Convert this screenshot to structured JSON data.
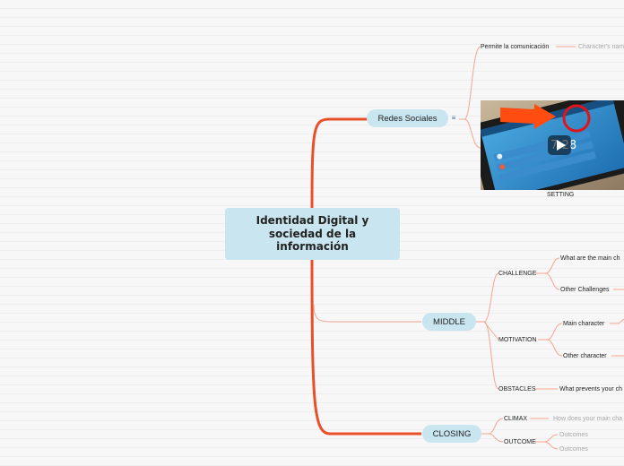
{
  "central": {
    "title": "Identidad Digital y sociedad de la información"
  },
  "branches": {
    "redes": {
      "label": "Redes Sociales",
      "note_icon": "note-icon",
      "permite": "Permite la comunicación",
      "permite_child": "Character's nam",
      "image_caption": "SETTING",
      "video_time": "7:28"
    },
    "middle": {
      "label": "MIDDLE",
      "challenge": "CHALLENGE",
      "challenge_q": "What are the main ch",
      "other_challenges": "Other Challenges",
      "motivation": "MOTIVATION",
      "main_character": "Main character",
      "other_character": "Other character",
      "obstacles": "OBSTACLES",
      "obstacles_q": "What prevents your ch"
    },
    "closing": {
      "label": "CLOSING",
      "climax": "CLIMAX",
      "climax_q": "How does your main cha",
      "outcome": "OUTCOME",
      "outcome_1": "Outcomes",
      "outcome_2": "Outcomes"
    }
  },
  "colors": {
    "trunk": "#e8502a",
    "branch": "#f4a590",
    "node_fill": "#c9e5f0",
    "note_icon": "#3a6ea5",
    "arrow": "#ff4d12"
  },
  "icons": [
    "note-icon",
    "play-icon"
  ]
}
